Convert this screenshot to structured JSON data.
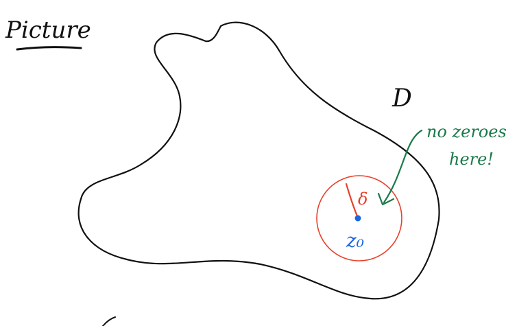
{
  "title": "Picture",
  "region": {
    "label": "D"
  },
  "annotation": {
    "line1": "no zeroes",
    "line2": "here!",
    "color": "#1a7a4a"
  },
  "disk": {
    "radius_label": "δ",
    "color": "#e8412b"
  },
  "point": {
    "label": "z₀",
    "color": "#1a66e0"
  },
  "colors": {
    "ink": "#111111"
  }
}
